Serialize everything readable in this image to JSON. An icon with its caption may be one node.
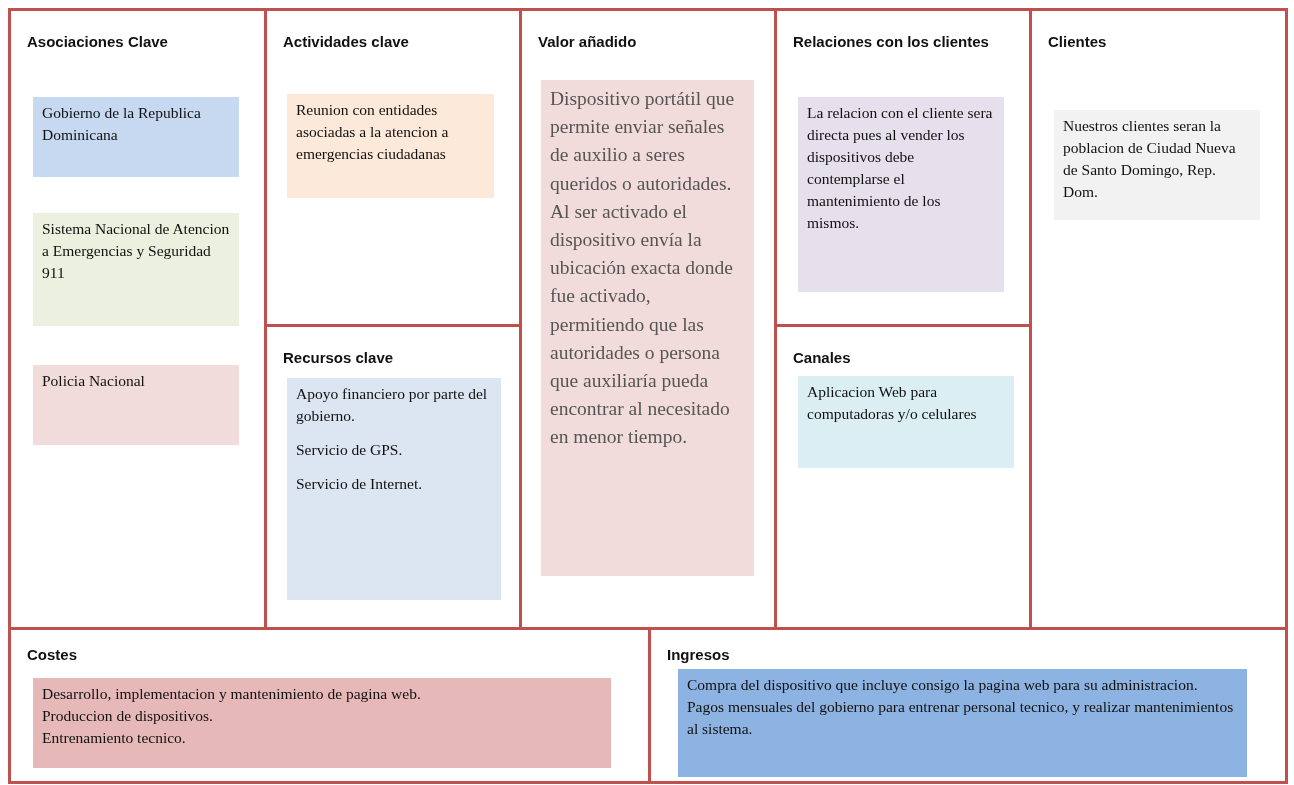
{
  "diagram": {
    "nodes": [
      {
        "text": [
          "Asociaciones Clave"
        ]
      },
      {
        "text": [
          "Gobierno de la Republica Dominicana"
        ],
        "in": 0
      },
      {
        "text": [
          "Sistema Nacional de Atencion a Emergencias y Seguridad 911"
        ],
        "in": 0
      },
      {
        "text": [
          "Policia Nacional"
        ],
        "in": 0
      },
      {
        "text": [
          "Actividades clave"
        ]
      },
      {
        "text": [
          "Reunion con entidades asociadas a la atencion a emergencias ciudadanas"
        ],
        "in": 4
      },
      {
        "text": [
          "Recursos clave"
        ]
      },
      {
        "text": [
          "Apoyo financiero por parte del gobierno.",
          "Servicio de GPS.",
          "Servicio de Internet."
        ],
        "in": 6
      },
      {
        "text": [
          "Valor añadido"
        ]
      },
      {
        "text": [
          "Dispositivo portátil que permite enviar señales de auxilio a seres queridos o autoridades. Al ser activado el dispositivo envía la ubicación exacta donde fue activado, permitiendo que las autoridades o persona que auxiliaría pueda encontrar al necesitado en menor tiempo."
        ],
        "in": 8
      },
      {
        "text": [
          "Relaciones con los clientes"
        ]
      },
      {
        "text": [
          "La relacion con el cliente sera directa pues al vender los dispositivos debe contemplarse el mantenimiento de los mismos."
        ],
        "in": 10
      },
      {
        "text": [
          "Canales"
        ]
      },
      {
        "text": [
          "Aplicacion Web para computadoras y/o celulares"
        ],
        "in": 12
      },
      {
        "text": [
          "Clientes"
        ]
      },
      {
        "text": [
          "Nuestros clientes seran la poblacion de Ciudad Nueva de Santo Domingo, Rep. Dom."
        ],
        "in": 14
      },
      {
        "text": [
          "Costes"
        ]
      },
      {
        "text": [
          "Desarrollo, implementacion y mantenimiento de pagina web.",
          "Produccion de dispositivos.",
          "Entrenamiento tecnico."
        ],
        "in": 16
      },
      {
        "text": [
          "Ingresos"
        ]
      },
      {
        "text": [
          "Compra del dispositivo que incluye consigo la pagina web para su administracion.",
          "Pagos mensuales del gobierno para entrenar personal tecnico, y realizar mantenimientos al sistema."
        ],
        "in": 18
      }
    ]
  }
}
